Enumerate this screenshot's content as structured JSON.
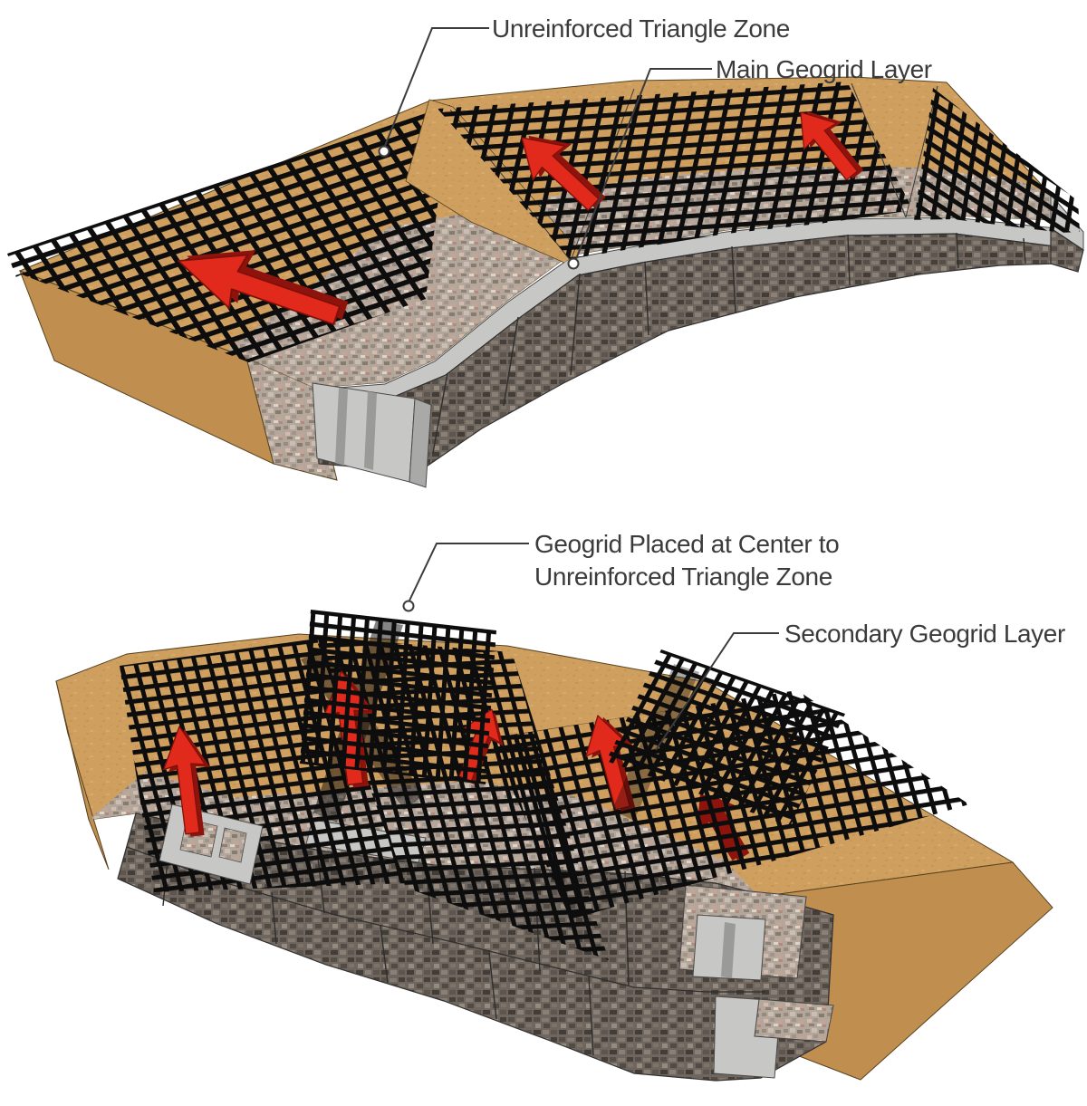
{
  "colors": {
    "background": "#ffffff",
    "soil": "#cf9f60",
    "soil_dark": "#c08f4f",
    "gravel": "#b3a79c",
    "cap": "#c7c7c5",
    "block": "#6e665f",
    "mesh": "#0d0d0d",
    "arrow": "#e12a1c",
    "arrow_dark": "#8f130d",
    "line": "#3c3c3c",
    "text": "#3b3b3b"
  },
  "top_figure": {
    "labels": {
      "unreinforced_triangle_zone": "Unreinforced Triangle Zone",
      "main_geogrid_layer": "Main Geogrid Layer"
    }
  },
  "bottom_figure": {
    "labels": {
      "geogrid_center_line1": "Geogrid Placed at Center to",
      "geogrid_center_line2": "Unreinforced Triangle Zone",
      "secondary_geogrid_layer": "Secondary Geogrid Layer"
    }
  }
}
